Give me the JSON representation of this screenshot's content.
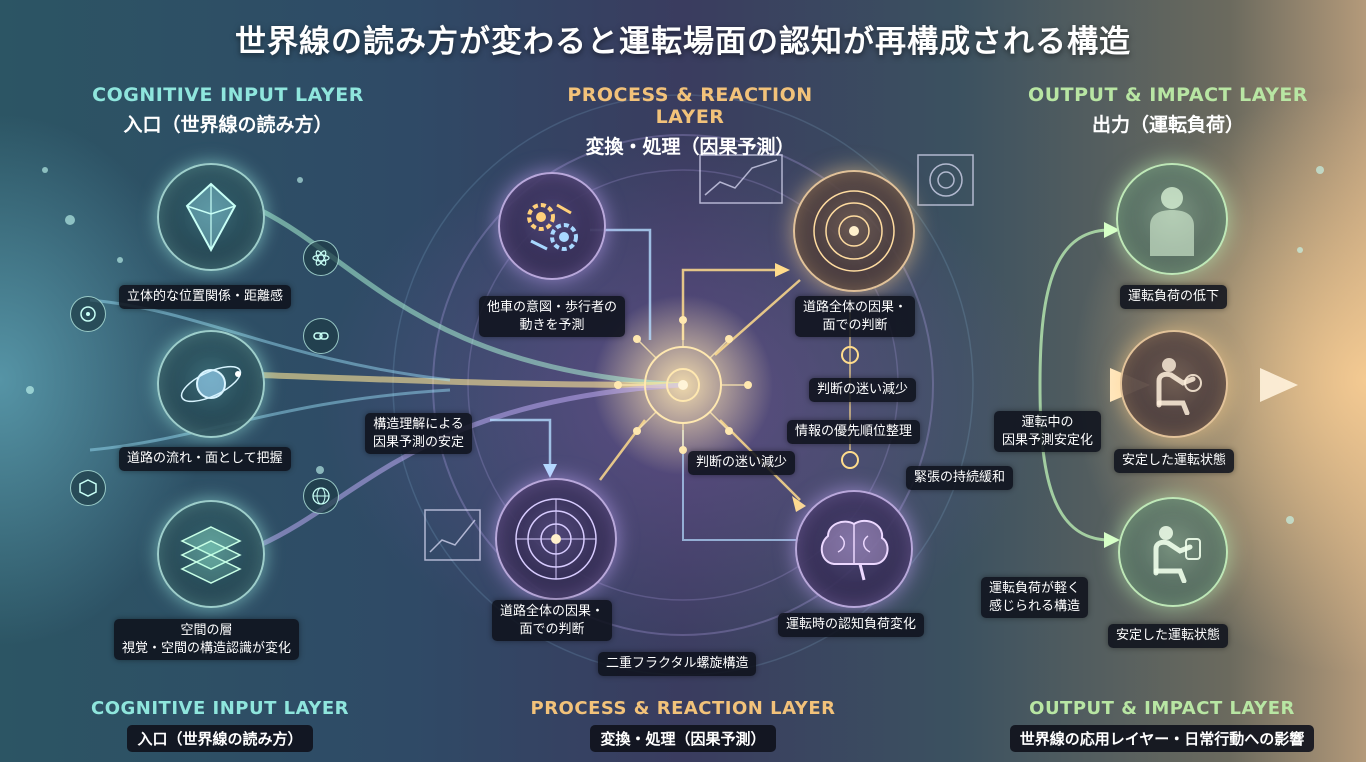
{
  "title": "世界線の読み方が変わると運転場面の認知が再構成される構造",
  "layers": {
    "input": {
      "en": "COGNITIVE INPUT LAYER",
      "jp": "入口（世界線の読み方）"
    },
    "process": {
      "en": "PROCESS & REACTION LAYER",
      "jp": "変換・処理（因果予測）"
    },
    "output": {
      "en": "OUTPUT & IMPACT LAYER",
      "jp": "出力（運転負荷）"
    }
  },
  "input_labels": {
    "n1": "立体的な位置関係・距離感",
    "n2": "道路の流れ・面として把握",
    "n3_a": "空間の層",
    "n3_b": "視覚・空間の構造認識が変化"
  },
  "process_labels": {
    "gears_a": "他車の意図・歩行者の",
    "gears_b": "動きを予測",
    "radar_top_a": "道路全体の因果・",
    "radar_top_b": "面での判断",
    "structure_a": "構造理解による",
    "structure_b": "因果予測の安定",
    "hesitation_right": "判断の迷い減少",
    "priority": "情報の優先順位整理",
    "hesitation_left": "判断の迷い減少",
    "tension": "緊張の持続緩和",
    "radar_bottom_a": "道路全体の因果・",
    "radar_bottom_b": "面での判断",
    "brain": "運転時の認知負荷変化",
    "fractal": "二重フラクタル螺旋構造"
  },
  "output_labels": {
    "person": "運転負荷の低下",
    "driving_mid_a": "運転中の",
    "driving_mid_b": "因果予測安定化",
    "driver1": "安定した運転状態",
    "lighter_a": "運転負荷が軽く",
    "lighter_b": "感じられる構造",
    "driver2": "安定した運転状態"
  },
  "footer": {
    "input": {
      "en": "COGNITIVE INPUT LAYER",
      "jp": "入口（世界線の読み方）"
    },
    "process": {
      "en": "PROCESS & REACTION LAYER",
      "jp": "変換・処理（因果予測）"
    },
    "output": {
      "en": "OUTPUT & IMPACT LAYER",
      "jp": "世界線の応用レイヤー・日常行動への影響"
    }
  },
  "colors": {
    "teal": "#8fe6dd",
    "gold": "#f2c27a",
    "green": "#b8e6a3",
    "label_bg": "#0f121c"
  },
  "icons": [
    "crystal-icon",
    "orbit-icon",
    "layers-icon",
    "gears-icon",
    "radar-icon",
    "brain-icon",
    "person-icon",
    "driver-icon",
    "hub-icon",
    "globe-icon"
  ]
}
